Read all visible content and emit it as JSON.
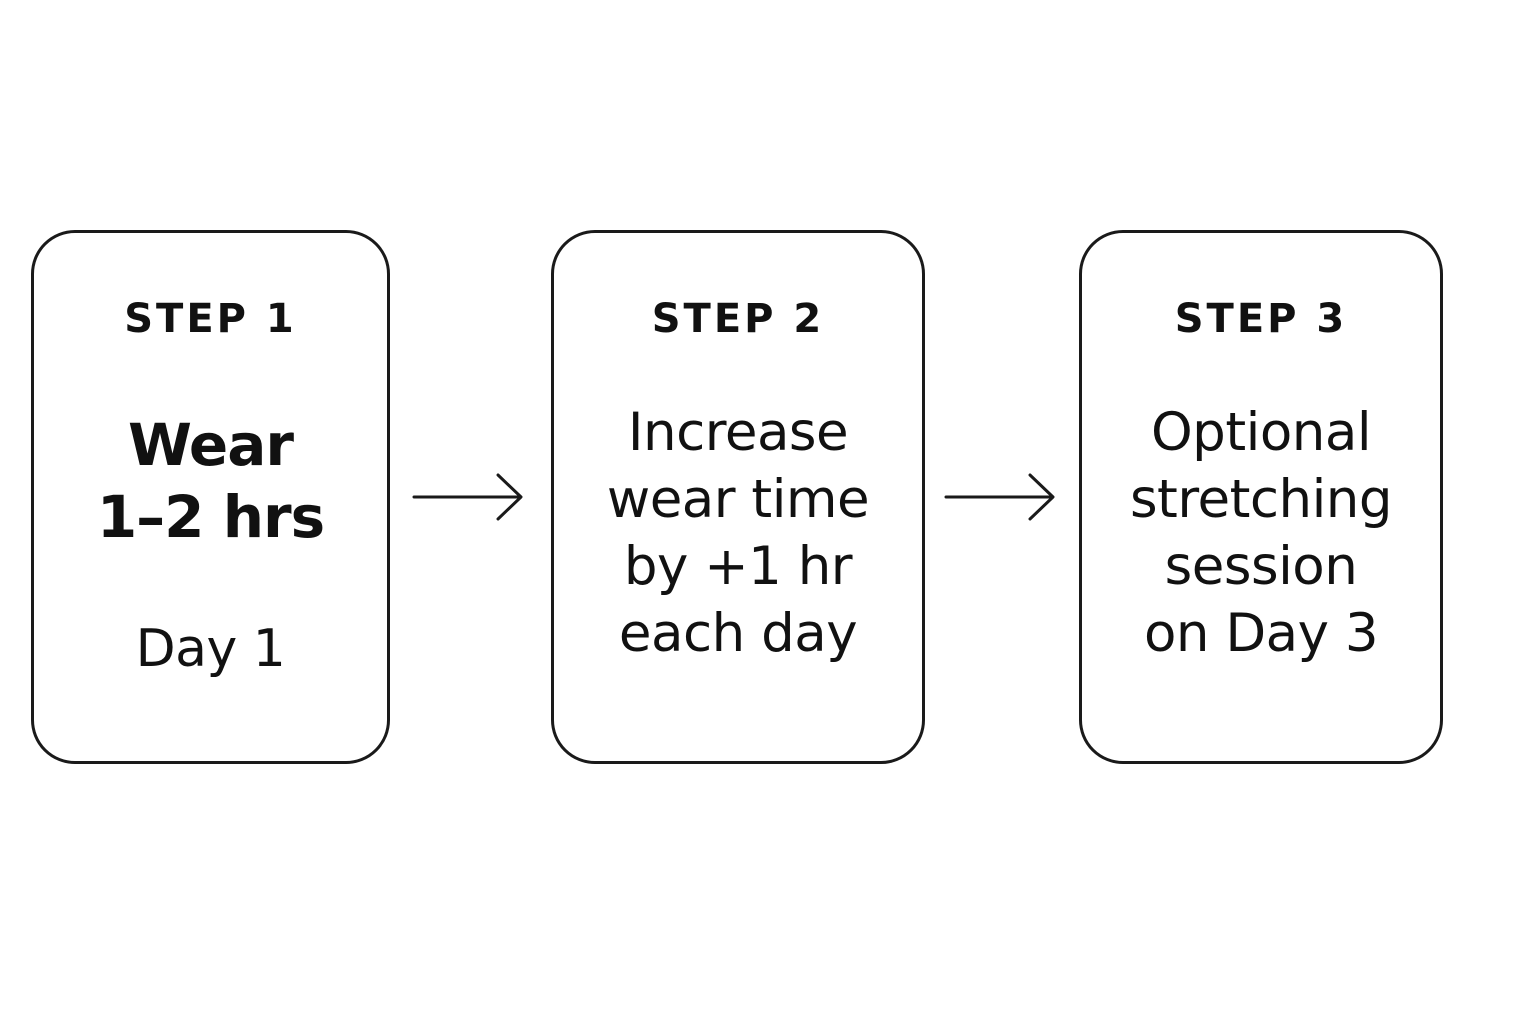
{
  "steps": [
    {
      "label": "STEP 1",
      "body": "Wear\n1–2 hrs",
      "note": "Day 1"
    },
    {
      "label": "STEP 2",
      "body": "Increase\nwear time\nby +1 hr\neach day"
    },
    {
      "label": "STEP 3",
      "body": "Optional\nstretching\nsession\non Day 3"
    }
  ],
  "connectors": [
    "right-arrow-icon",
    "right-arrow-icon"
  ],
  "colors": {
    "background": "#ffffff",
    "stroke": "#1a1a1a",
    "text": "#111111"
  }
}
